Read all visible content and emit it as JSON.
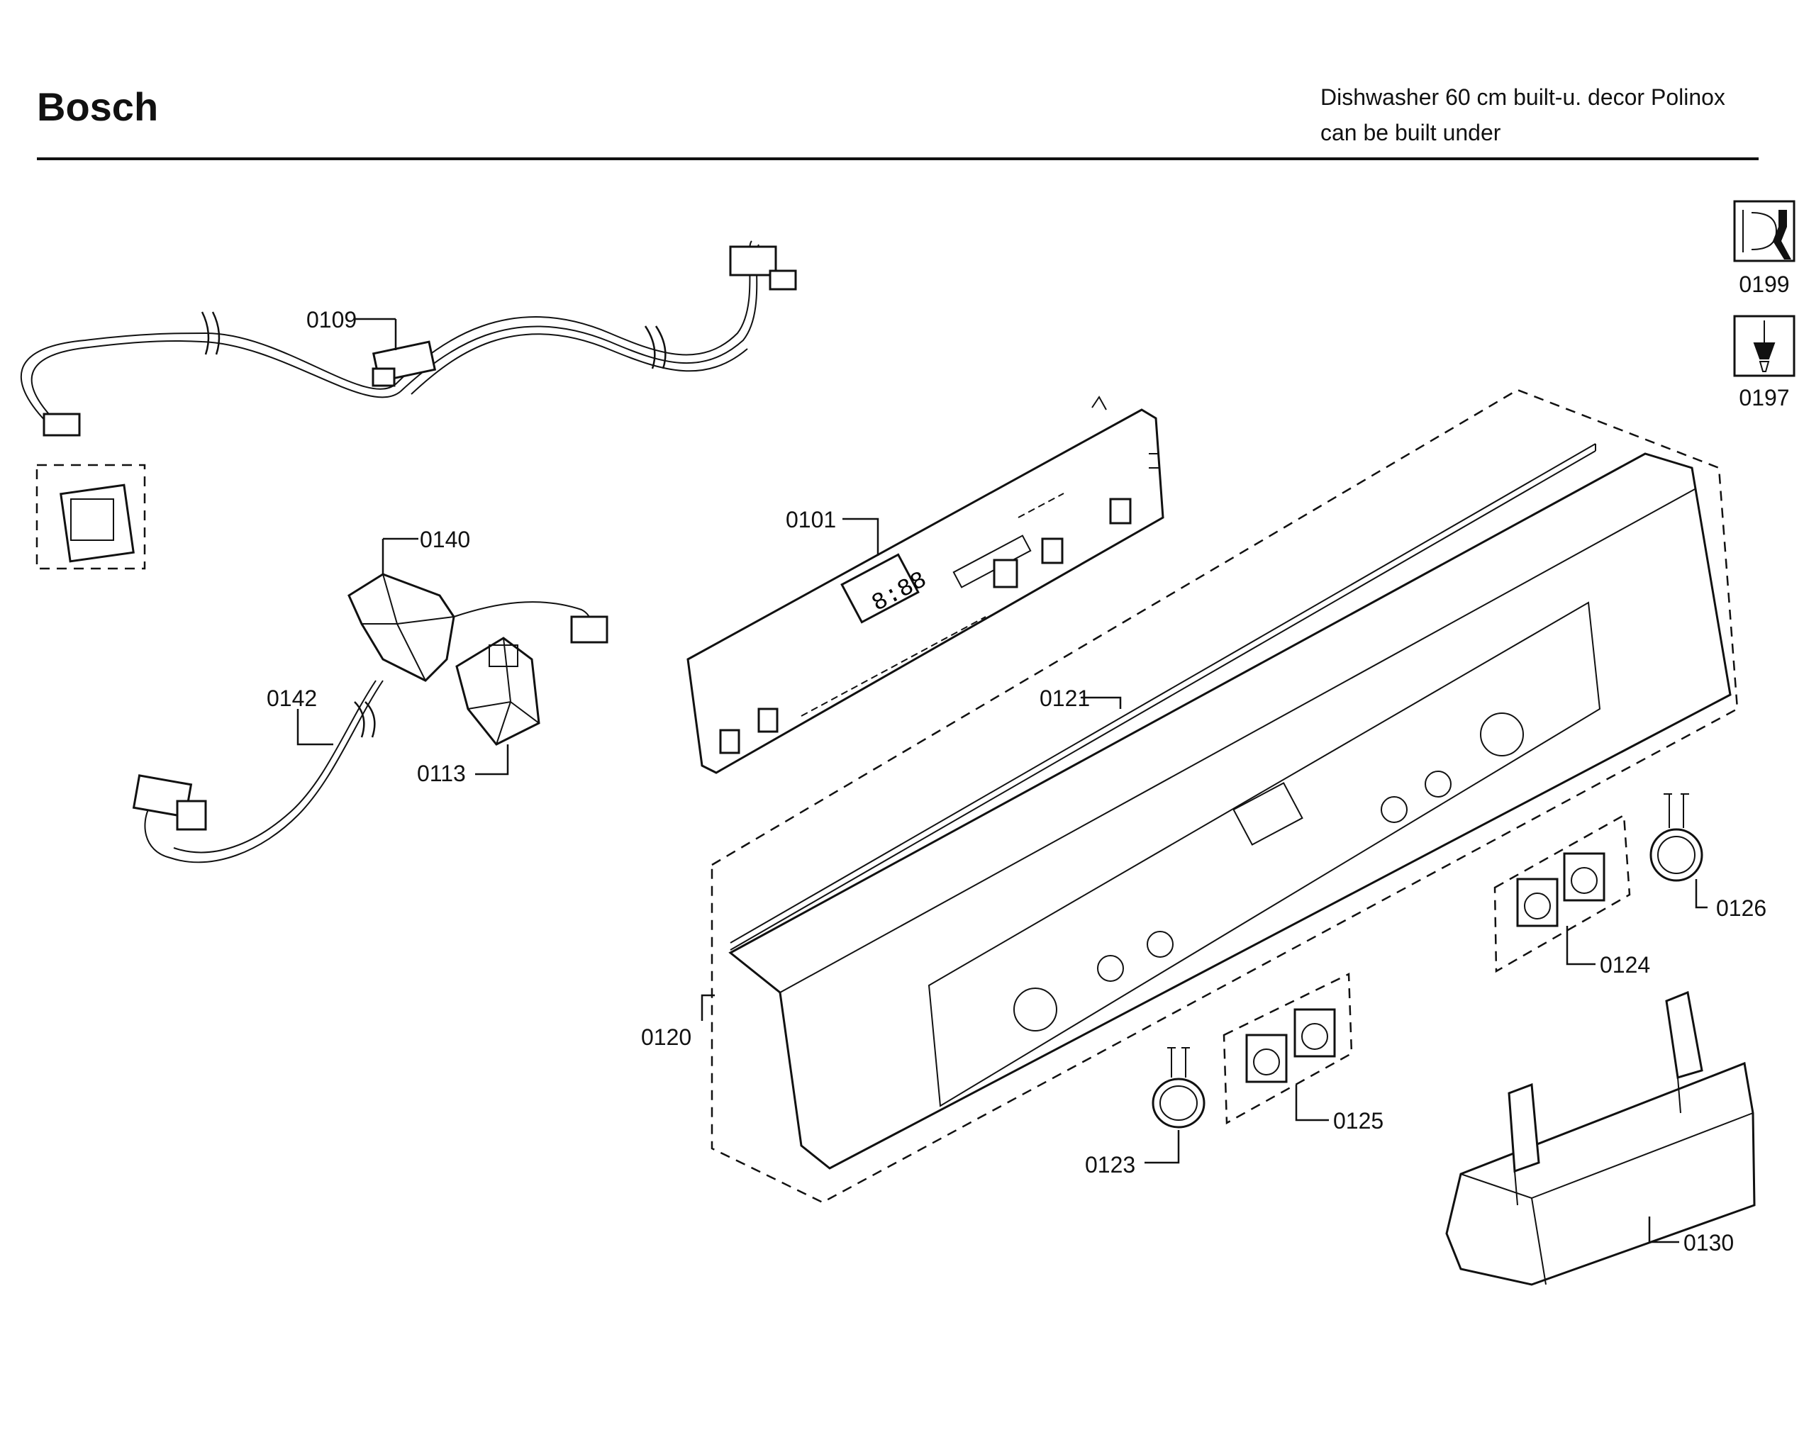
{
  "header": {
    "brand": "Bosch",
    "title_line1": "Dishwasher 60 cm built-u. decor Polinox",
    "title_line2": "can be built under"
  },
  "tools": [
    {
      "icon": "wrench-icon",
      "label": "0199"
    },
    {
      "icon": "screwdriver-icon",
      "label": "0197"
    }
  ],
  "parts": {
    "p0101": "0101",
    "p0109": "0109",
    "p0113": "0113",
    "p0120": "0120",
    "p0121": "0121",
    "p0123": "0123",
    "p0124": "0124",
    "p0125": "0125",
    "p0126": "0126",
    "p0130": "0130",
    "p0140": "0140",
    "p0142": "0142"
  },
  "display_readout": "8:88"
}
